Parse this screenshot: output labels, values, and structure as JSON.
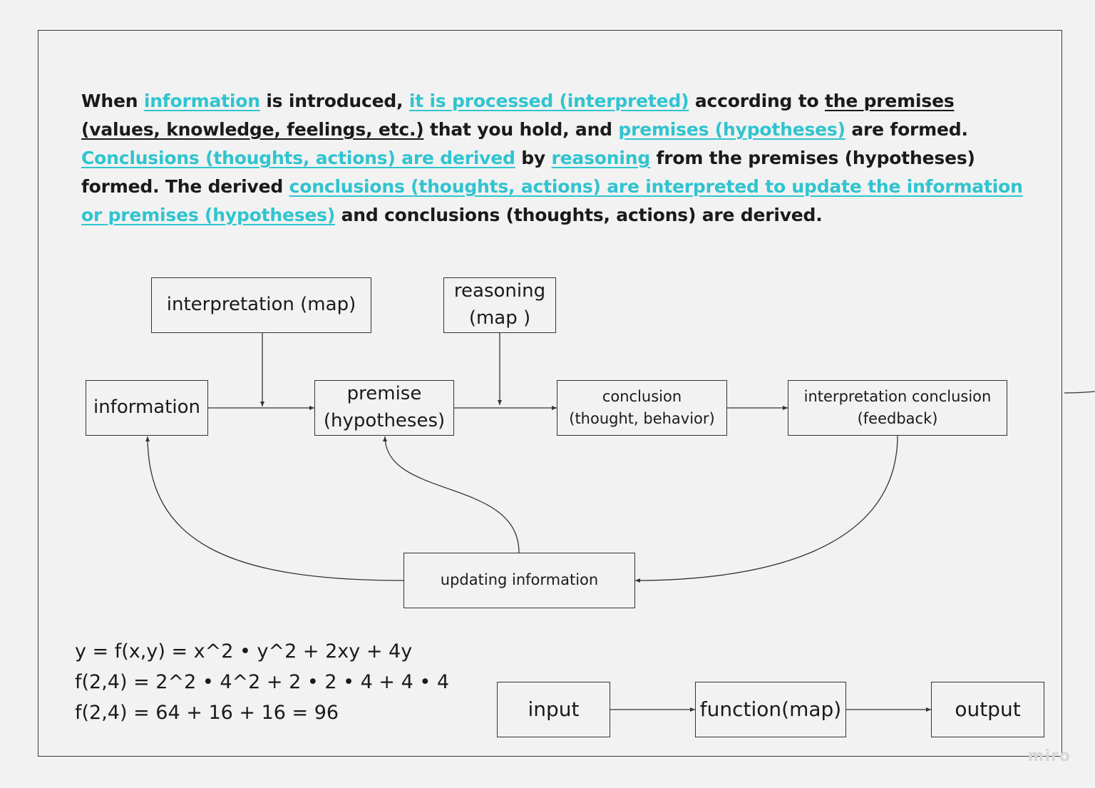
{
  "paragraph": {
    "l1": {
      "a": "When ",
      "b": "information",
      "c": " is introduced, ",
      "d": "it is processed (interpreted)",
      "e": " according to ",
      "f": "the premises "
    },
    "l2": {
      "a": "(values, knowledge, feelings, etc.)",
      "b": " that you hold, and ",
      "c": "premises (hypotheses)",
      "d": " are formed."
    },
    "l3": {
      "a": "Conclusions (thoughts, actions) are derived",
      "b": " by ",
      "c": "reasoning",
      "d": " from the premises (hypotheses)"
    },
    "l4": {
      "a": "formed. The derived ",
      "b": "conclusions (thoughts, actions)",
      "c": " are interpreted to update the information "
    },
    "l5": {
      "a": "or premises (hypotheses)",
      "b": " and conclusions (thoughts, actions) are derived."
    }
  },
  "diagram": {
    "interpretation_map": "interpretation (map)",
    "reasoning_map": [
      "reasoning",
      "(map )"
    ],
    "information": "information",
    "premise": [
      "premise",
      "(hypotheses)"
    ],
    "conclusion": [
      "conclusion",
      "(thought, behavior)"
    ],
    "interpretation_conclusion": [
      "interpretation conclusion",
      "(feedback)"
    ],
    "updating_information": "updating information"
  },
  "formulas": [
    "y = f(x,y) = x^2 • y^2 + 2xy + 4y",
    "f(2,4) = 2^2 • 4^2 + 2 • 2 • 4 + 4 • 4",
    "f(2,4) = 64 + 16 + 16 = 96"
  ],
  "flow": {
    "input": "input",
    "function": "function(map)",
    "output": "output"
  },
  "watermark": "miro",
  "colors": {
    "highlight": "#2fc4cf",
    "background": "#f2f2f2",
    "ink": "#1a1a1a"
  }
}
